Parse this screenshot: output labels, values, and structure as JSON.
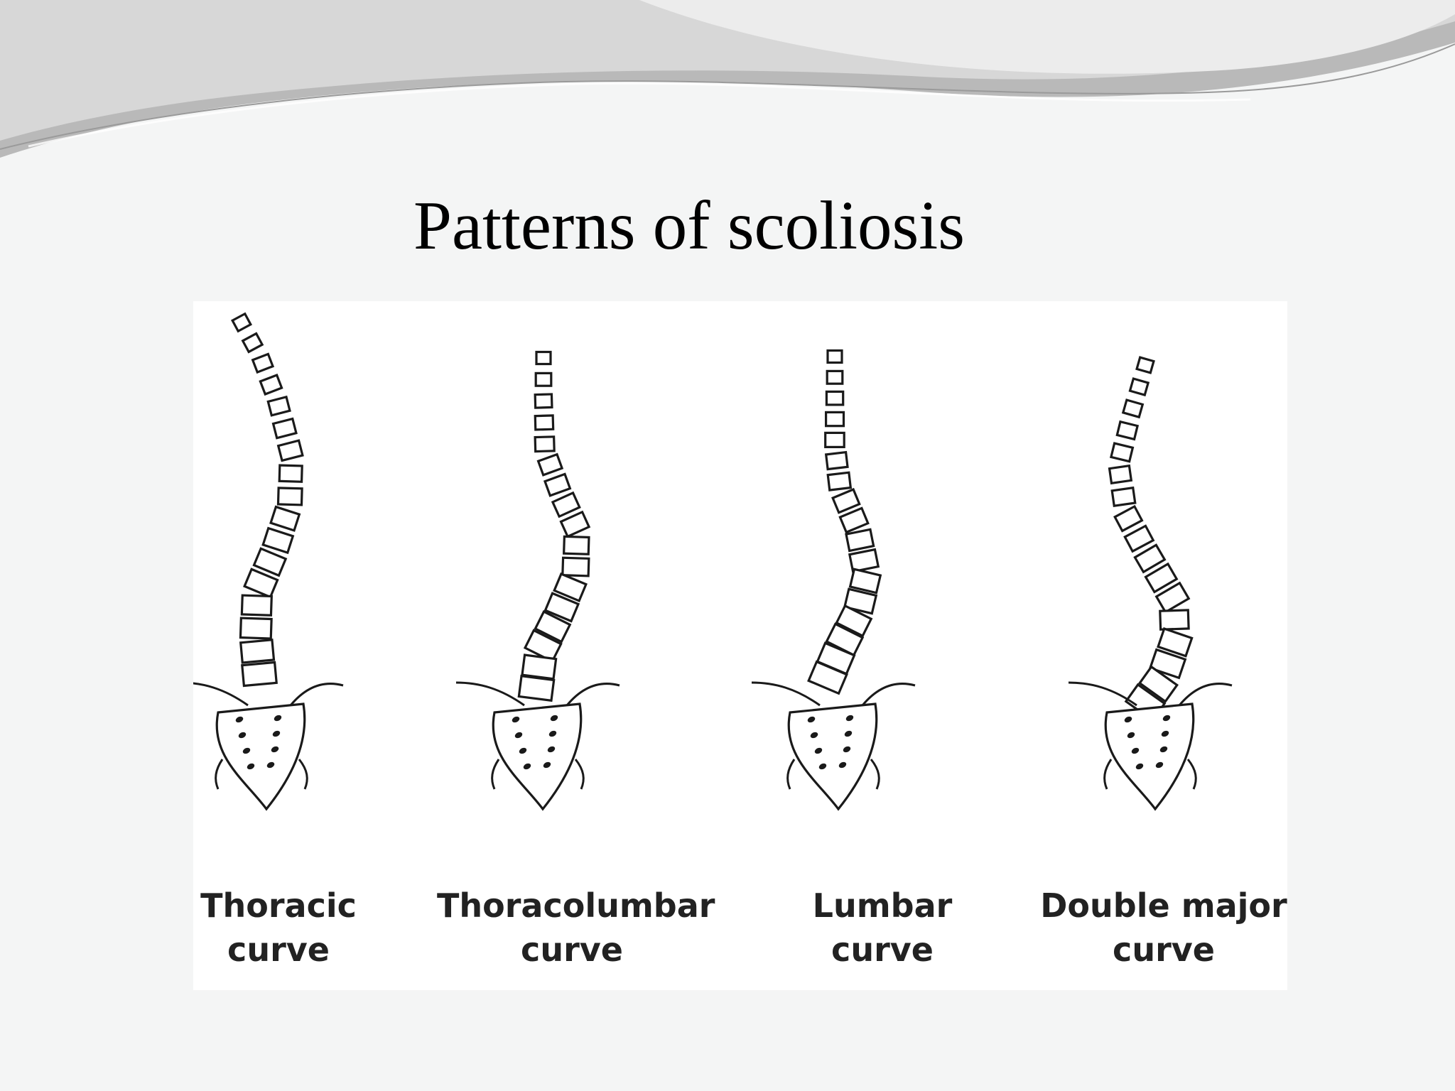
{
  "slide": {
    "title": "Patterns of scoliosis"
  },
  "figure": {
    "curves": [
      {
        "line1": "Thoracic",
        "line2": "curve"
      },
      {
        "line1": "Thoracolumbar",
        "line2": "curve"
      },
      {
        "line1": "Lumbar",
        "line2": "curve"
      },
      {
        "line1": "Double major",
        "line2": "curve"
      }
    ]
  },
  "colors": {
    "background": "#f4f5f5",
    "header_wave_dark": "#b8b8b8",
    "header_wave_light": "#d6d6d6",
    "figure_line": "#1a1a1a"
  }
}
